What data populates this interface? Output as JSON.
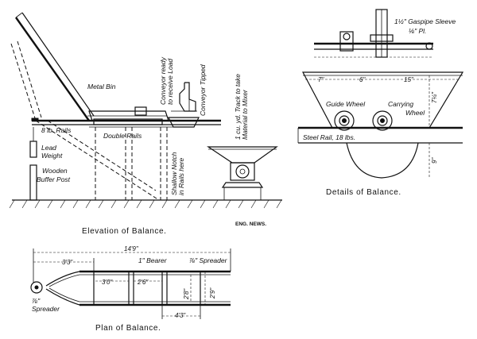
{
  "elevation": {
    "caption": "Elevation of Balance.",
    "credit": "ENG. NEWS.",
    "labels": {
      "metal_bin": "Metal Bin",
      "rails_8lb": "8 lb. Rails",
      "double_rails": "Double Rails",
      "lead": "Lead",
      "weight": "Weight",
      "wooden": "Wooden",
      "buffer_post": "Buffer Post",
      "conveyor_ready_1": "Conveyor ready",
      "conveyor_ready_2": "to receive Load",
      "conveyor_tipped": "Conveyor Tipped",
      "shallow_notch_1": "Shallow Notch",
      "shallow_notch_2": "in Rails here",
      "track_1": "1 cu. yd. Track to take",
      "track_2": "Material to Mixer"
    }
  },
  "details": {
    "caption": "Details of Balance.",
    "labels": {
      "gaspipe_sleeve": "1½\" Gaspipe Sleeve",
      "plate": "⅛\" Pl.",
      "guide_wheel": "Guide Wheel",
      "carrying_1": "Carrying",
      "carrying_2": "Wheel",
      "steel_rail": "Steel Rail, 18 lbs."
    },
    "dims": {
      "d7": "7\"",
      "d6": "6\"",
      "d15": "15\"",
      "d74": "7¼\"",
      "d9": "9\"",
      "top": ""
    }
  },
  "plan": {
    "caption": "Plan of Balance.",
    "labels": {
      "bearer": "1\" Bearer",
      "spreader_top": "⅞\" Spreader",
      "spreader_left_1": "⅞\"",
      "spreader_left_2": "Spreader"
    },
    "dims": {
      "overall": "14'9\"",
      "d33": "3'3\"",
      "d30": "3'0\"",
      "d26": "2'6\"",
      "d43": "4'3\"",
      "d28": "2'8\"",
      "d29": "2'9\""
    }
  }
}
